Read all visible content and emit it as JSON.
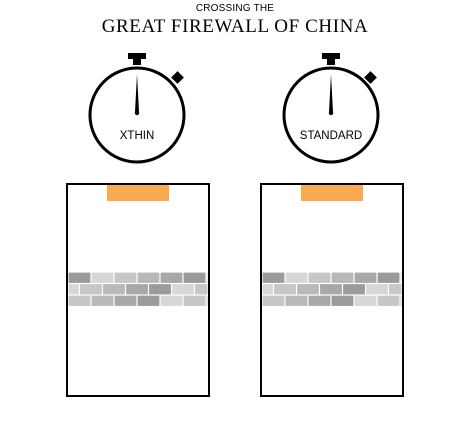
{
  "header": {
    "kicker": "CROSSING THE",
    "title": "GREAT FIREWALL OF CHINA"
  },
  "timers": [
    {
      "label": "XTHIN"
    },
    {
      "label": "STANDARD"
    }
  ],
  "colors": {
    "stroke": "#000000",
    "packet": "#f9a94f",
    "wall_shades": [
      "#9b9b9b",
      "#b9b9b9",
      "#d7d7d7",
      "#a8a8a8",
      "#c7c7c7"
    ]
  },
  "icons": [
    "stopwatch-icon",
    "brick-wall-icon"
  ]
}
